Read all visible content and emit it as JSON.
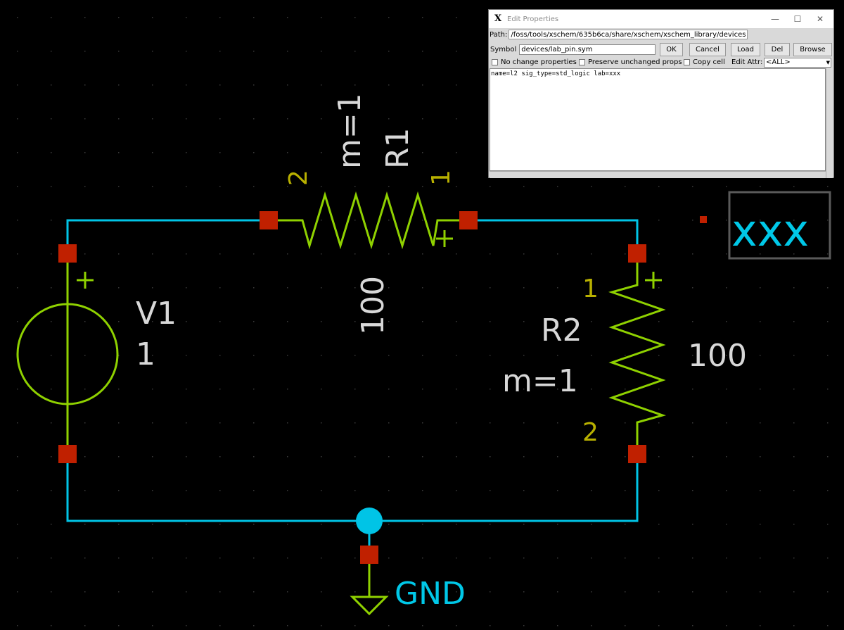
{
  "schematic": {
    "colors": {
      "background": "#000000",
      "wire": "#00c4e6",
      "component": "#8fd100",
      "pin": "#c02000",
      "label_text": "#d8d8d8",
      "pin_number": "#b8b000",
      "net_label": "#00c8e8",
      "grid_dot": "#3a3a3a"
    },
    "v1": {
      "name": "V1",
      "value": "1",
      "plus": "+"
    },
    "r1": {
      "name": "R1",
      "mult": "m=1",
      "value": "100",
      "pin2": "2",
      "pin1": "1",
      "plus": "+"
    },
    "r2": {
      "name": "R2",
      "mult": "m=1",
      "value": "100",
      "pin1": "1",
      "pin2": "2",
      "plus": "+"
    },
    "gnd": {
      "label": "GND"
    },
    "lab_pin": {
      "label": "xxx"
    }
  },
  "dialog": {
    "title": "Edit Properties",
    "app_icon": "X",
    "minimize_icon": "minimize-icon",
    "maximize_icon": "maximize-icon",
    "close_icon": "close-icon",
    "path_label": "Path:",
    "path_value": "/foss/tools/xschem/635b6ca/share/xschem/xschem_library/devices",
    "symbol_label": "Symbol",
    "symbol_value": "devices/lab_pin.sym",
    "buttons": {
      "ok": "OK",
      "cancel": "Cancel",
      "load": "Load",
      "del": "Del",
      "browse": "Browse"
    },
    "options": {
      "no_change": "No change properties",
      "preserve": "Preserve unchanged props",
      "copy_cell": "Copy cell",
      "edit_attr_label": "Edit Attr:",
      "edit_attr_value": "<ALL>"
    },
    "properties_text": "name=l2 sig_type=std_logic lab=xxx"
  }
}
